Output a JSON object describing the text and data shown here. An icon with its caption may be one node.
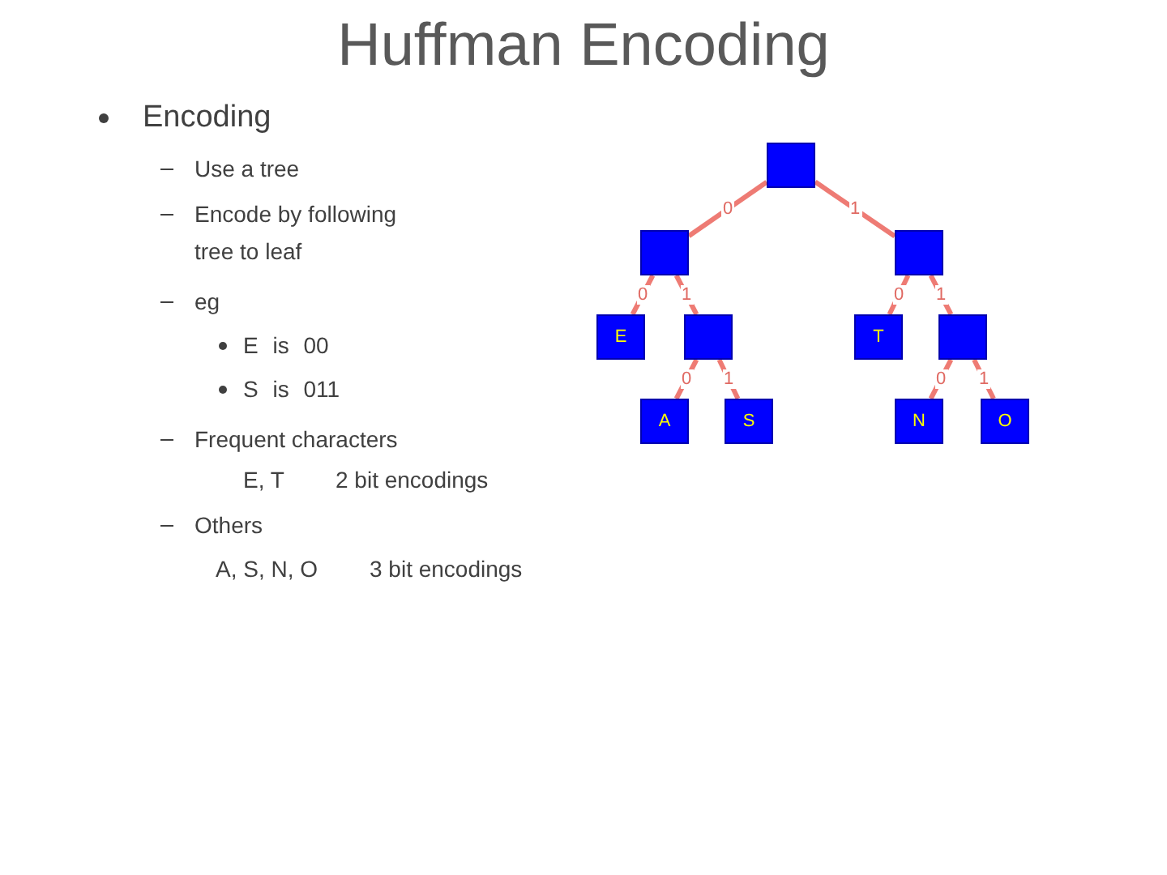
{
  "diagram": {
    "title": "Huffman Encoding",
    "nodes": [
      {
        "text": [],
        "shape": "box"
      },
      {
        "text": [],
        "shape": "box"
      },
      {
        "text": [],
        "shape": "box"
      },
      {
        "text": [
          "E"
        ]
      },
      {
        "text": [],
        "shape": "box"
      },
      {
        "text": [
          "T"
        ]
      },
      {
        "text": [],
        "shape": "box"
      },
      {
        "text": [
          "A"
        ]
      },
      {
        "text": [
          "S"
        ]
      },
      {
        "text": [
          "N"
        ]
      },
      {
        "text": [
          "O"
        ]
      }
    ],
    "edges": [
      {
        "from": 0,
        "to": 1,
        "arrow": "none",
        "label": "0"
      },
      {
        "from": 0,
        "to": 2,
        "arrow": "none",
        "label": "1"
      },
      {
        "from": 1,
        "to": 3,
        "arrow": "none",
        "label": "0"
      },
      {
        "from": 1,
        "to": 4,
        "arrow": "none",
        "label": "1"
      },
      {
        "from": 2,
        "to": 5,
        "arrow": "none",
        "label": "0"
      },
      {
        "from": 2,
        "to": 6,
        "arrow": "none",
        "label": "1"
      },
      {
        "from": 4,
        "to": 7,
        "arrow": "none",
        "label": "0"
      },
      {
        "from": 4,
        "to": 8,
        "arrow": "none",
        "label": "1"
      },
      {
        "from": 6,
        "to": 9,
        "arrow": "none",
        "label": "0"
      },
      {
        "from": 6,
        "to": 10,
        "arrow": "none",
        "label": "1"
      }
    ],
    "labels": [
      "Encoding",
      "Use a tree",
      "Encode by following tree to leaf",
      "eg",
      "E is 00",
      "S is 011",
      "Frequent characters",
      "E, T",
      "2 bit encodings",
      "Others",
      "A, S, N, O",
      "3 bit encodings"
    ]
  }
}
